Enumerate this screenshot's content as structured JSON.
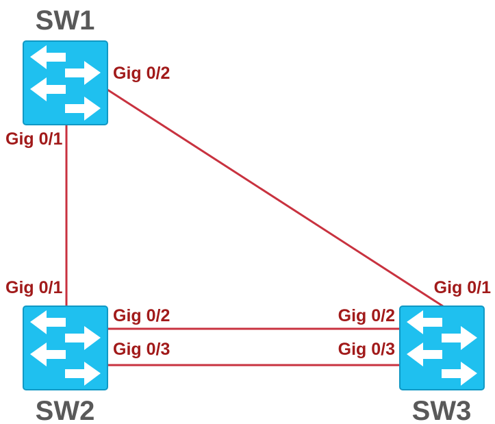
{
  "colors": {
    "link": "#c8323f",
    "switch_fill": "#1fc0ef",
    "switch_border": "#1098c4",
    "arrow": "#ffffff",
    "switch_name": "#595959",
    "port_label": "#a11a1a"
  },
  "switches": {
    "sw1": {
      "name": "SW1",
      "icon": "network-switch-icon"
    },
    "sw2": {
      "name": "SW2",
      "icon": "network-switch-icon"
    },
    "sw3": {
      "name": "SW3",
      "icon": "network-switch-icon"
    }
  },
  "ports": {
    "sw1_gig02": "Gig 0/2",
    "sw1_gig01": "Gig 0/1",
    "sw2_gig01": "Gig 0/1",
    "sw2_gig02": "Gig 0/2",
    "sw2_gig03": "Gig 0/3",
    "sw3_gig01": "Gig 0/1",
    "sw3_gig02": "Gig 0/2",
    "sw3_gig03": "Gig 0/3"
  },
  "links": [
    {
      "from": "SW1 Gig 0/2",
      "to": "SW3 Gig 0/1"
    },
    {
      "from": "SW1 Gig 0/1",
      "to": "SW2 Gig 0/1"
    },
    {
      "from": "SW2 Gig 0/2",
      "to": "SW3 Gig 0/2"
    },
    {
      "from": "SW2 Gig 0/3",
      "to": "SW3 Gig 0/3"
    }
  ]
}
